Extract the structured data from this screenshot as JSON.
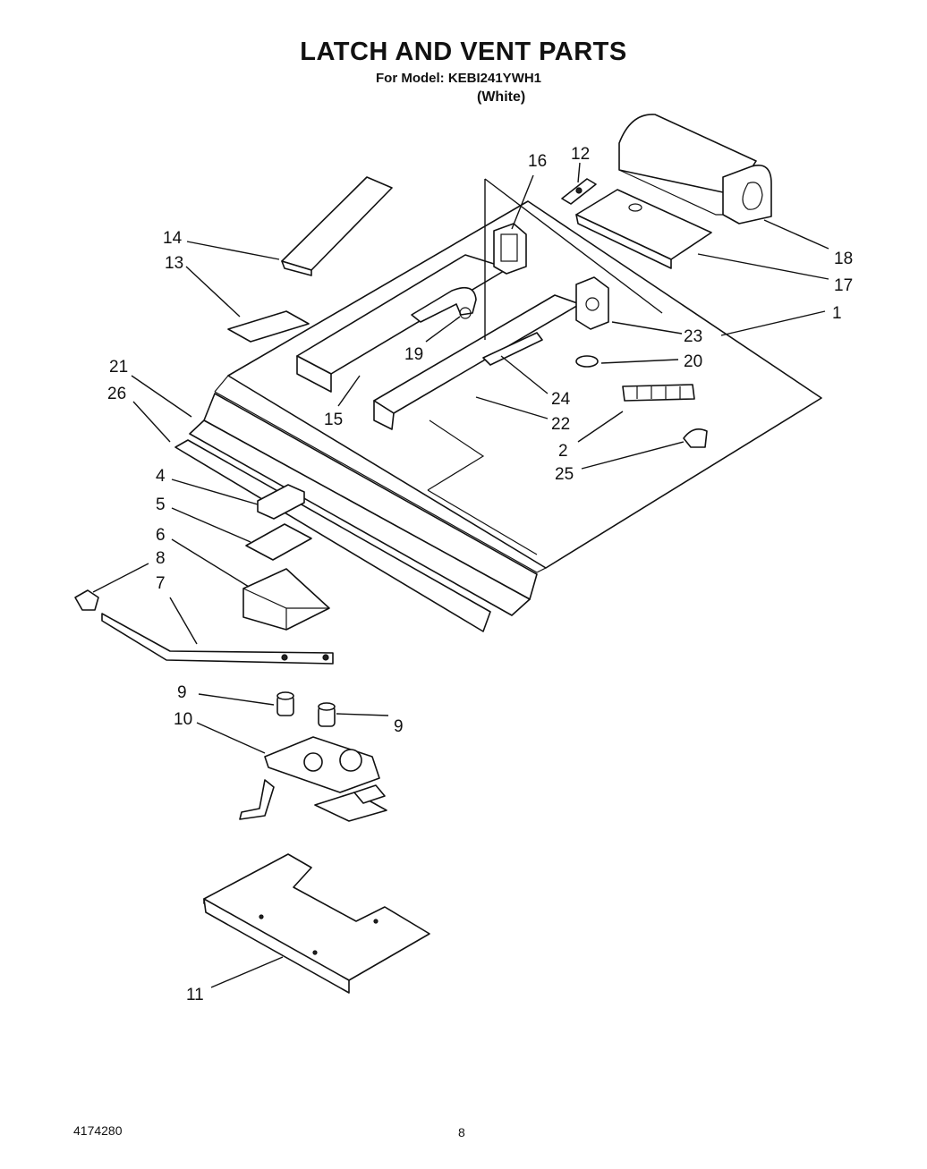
{
  "header": {
    "title": "LATCH AND VENT PARTS",
    "model": "For Model: KEBI241YWH1",
    "color": "(White)"
  },
  "callouts": [
    {
      "id": "1",
      "label": "1"
    },
    {
      "id": "2",
      "label": "2"
    },
    {
      "id": "4",
      "label": "4"
    },
    {
      "id": "5",
      "label": "5"
    },
    {
      "id": "6",
      "label": "6"
    },
    {
      "id": "7",
      "label": "7"
    },
    {
      "id": "8",
      "label": "8"
    },
    {
      "id": "9a",
      "label": "9"
    },
    {
      "id": "9b",
      "label": "9"
    },
    {
      "id": "10",
      "label": "10"
    },
    {
      "id": "11",
      "label": "11"
    },
    {
      "id": "12",
      "label": "12"
    },
    {
      "id": "13",
      "label": "13"
    },
    {
      "id": "14",
      "label": "14"
    },
    {
      "id": "15",
      "label": "15"
    },
    {
      "id": "16",
      "label": "16"
    },
    {
      "id": "17",
      "label": "17"
    },
    {
      "id": "18",
      "label": "18"
    },
    {
      "id": "19",
      "label": "19"
    },
    {
      "id": "20",
      "label": "20"
    },
    {
      "id": "21",
      "label": "21"
    },
    {
      "id": "22",
      "label": "22"
    },
    {
      "id": "23",
      "label": "23"
    },
    {
      "id": "24",
      "label": "24"
    },
    {
      "id": "25",
      "label": "25"
    },
    {
      "id": "26",
      "label": "26"
    }
  ],
  "footer": {
    "doc_number": "4174280",
    "page_number": "8"
  }
}
